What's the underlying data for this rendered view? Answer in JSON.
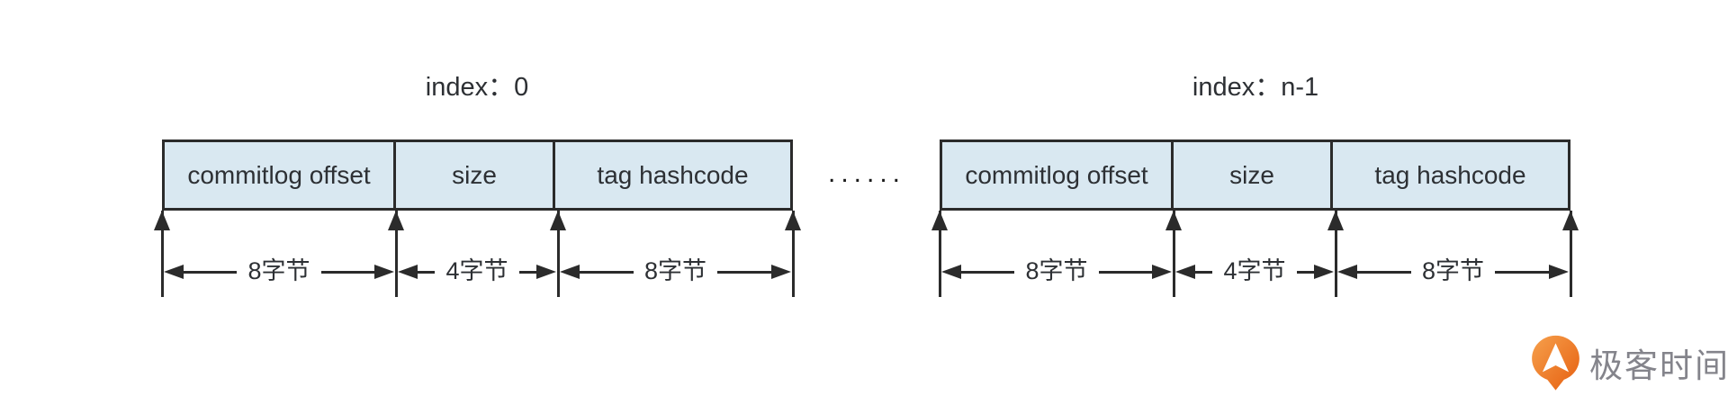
{
  "diagram": {
    "records": [
      {
        "index_label": "index：0",
        "cells": [
          {
            "label": "commitlog offset",
            "size_label": "8字节"
          },
          {
            "label": "size",
            "size_label": "4字节"
          },
          {
            "label": "tag hashcode",
            "size_label": "8字节"
          }
        ]
      },
      {
        "index_label": "index：n-1",
        "cells": [
          {
            "label": "commitlog offset",
            "size_label": "8字节"
          },
          {
            "label": "size",
            "size_label": "4字节"
          },
          {
            "label": "tag hashcode",
            "size_label": "8字节"
          }
        ]
      }
    ],
    "ellipsis": "......"
  },
  "branding": {
    "logo_text": "极客时间",
    "logo_icon": "geektime-pin-icon"
  },
  "colors": {
    "cell_fill": "#d9e8f1",
    "line": "#2b2b2b",
    "text": "#2d3034",
    "logo_orange_start": "#f6a04c",
    "logo_orange_end": "#e65f10",
    "logo_text_color": "#84848b"
  }
}
